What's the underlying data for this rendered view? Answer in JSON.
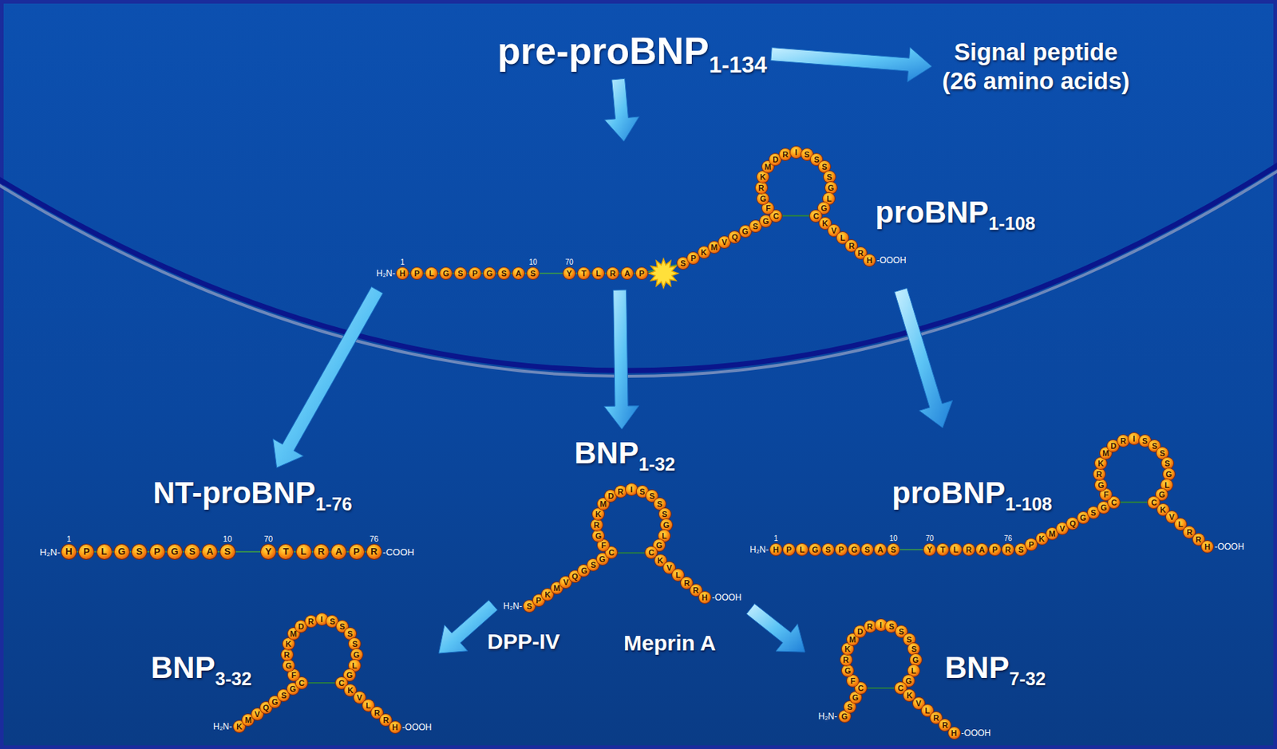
{
  "diagram": {
    "nodes": [
      {
        "text": [
          "pre-proBNP1-134"
        ]
      },
      {
        "text": [
          "Signal peptide (26 amino acids)"
        ]
      },
      {
        "text": [
          "proBNP1-108",
          "H₂N-",
          "1",
          "10",
          "70",
          "HPLGSPGSAS",
          "YTLRAP",
          "SPKMVQGSGCFGRKMDRISSSSGLGCKVLRRH",
          "-OOOH"
        ]
      },
      {
        "text": [
          "NT-proBNP1-76",
          "H₂N-",
          "1",
          "10",
          "70",
          "76",
          "HPLGSPGSAS",
          "YTLRAPR",
          "-COOH"
        ]
      },
      {
        "text": [
          "BNP1-32",
          "H₂N-",
          "SPKMVQGSGCFGRKMDRISSSSGLGCKVLRRH",
          "-OOOH"
        ]
      },
      {
        "text": [
          "proBNP1-108",
          "H₂N-",
          "1",
          "10",
          "70",
          "76",
          "HPLGSPGSAS",
          "YTLRAPR",
          "SPKMVQGSGCFGRKMDRISSSSGLGCKVLRRH",
          "-OOOH"
        ]
      },
      {
        "text": [
          "BNP3-32",
          "H₂N-",
          "KMVQGSGCFGRKMDRISSSSGLGCKVLRRH",
          "-OOOH"
        ]
      },
      {
        "text": [
          "BNP7-32",
          "H₂N-",
          "GSGCFGRKMDRISSSSGLGCKVLRRH",
          "-OOOH"
        ]
      }
    ],
    "edges": [
      {
        "from": 0,
        "to": 1,
        "arrow": "to"
      },
      {
        "from": 0,
        "to": 2,
        "arrow": "to"
      },
      {
        "from": 2,
        "to": 3,
        "arrow": "to"
      },
      {
        "from": 2,
        "to": 4,
        "arrow": "to"
      },
      {
        "from": 2,
        "to": 5,
        "arrow": "to"
      },
      {
        "from": 4,
        "to": 6,
        "label": "DPP-IV",
        "arrow": "to"
      },
      {
        "from": 4,
        "to": 7,
        "label": "Meprin A",
        "arrow": "to"
      }
    ]
  }
}
